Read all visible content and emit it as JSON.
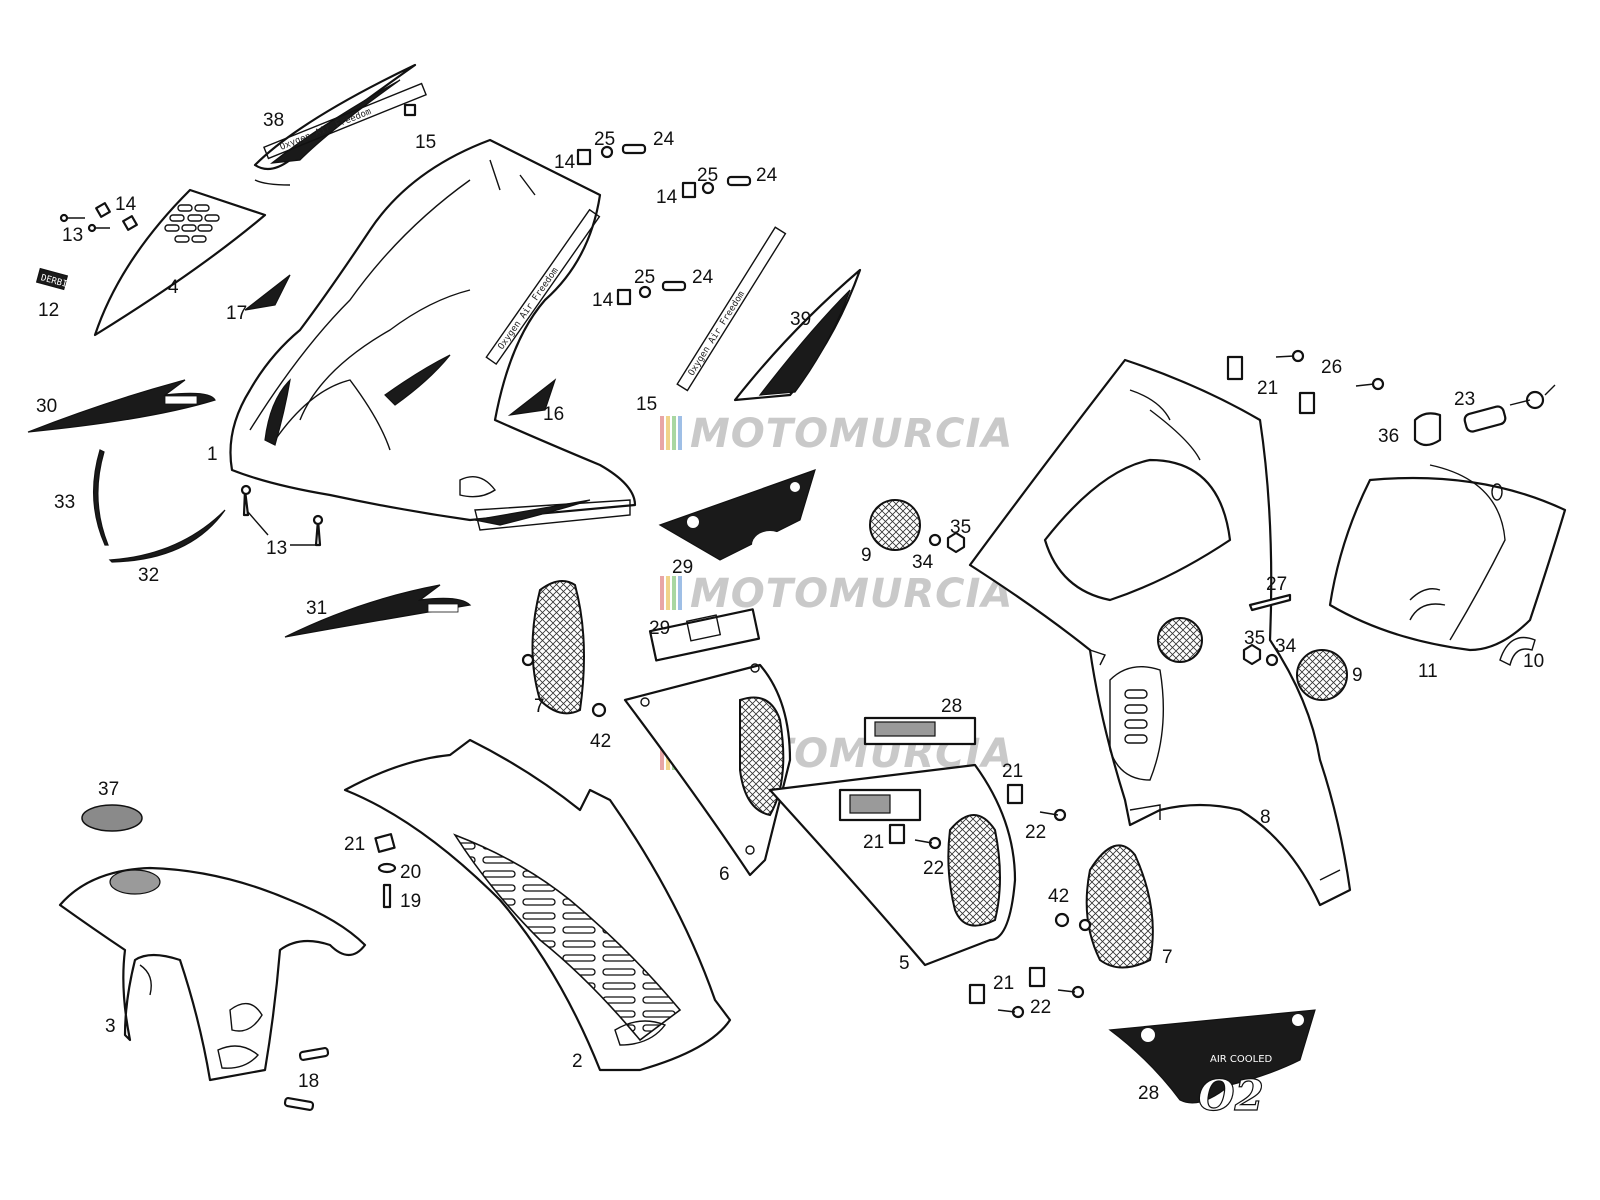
{
  "watermark": "MOTOMURCIA",
  "watermark_colors": [
    "#e8a6a6",
    "#f0d48a",
    "#a9d7a2",
    "#9fbfe6",
    "#c8c8c8"
  ],
  "decal_text": {
    "oxygen_strip": "Oxygen  Air  Freedom",
    "air_cooled": "AIR COOLED",
    "o2": "O2",
    "derbi": "DERBI"
  },
  "callouts": [
    {
      "id": "c38",
      "text": "38"
    },
    {
      "id": "c15a",
      "text": "15"
    },
    {
      "id": "c14a",
      "text": "14"
    },
    {
      "id": "c13a",
      "text": "13"
    },
    {
      "id": "c4",
      "text": "4"
    },
    {
      "id": "c12",
      "text": "12"
    },
    {
      "id": "c17",
      "text": "17"
    },
    {
      "id": "c30",
      "text": "30"
    },
    {
      "id": "c1",
      "text": "1"
    },
    {
      "id": "c33",
      "text": "33"
    },
    {
      "id": "c13b",
      "text": "13"
    },
    {
      "id": "c32",
      "text": "32"
    },
    {
      "id": "c16",
      "text": "16"
    },
    {
      "id": "c31",
      "text": "31"
    },
    {
      "id": "c25a",
      "text": "25"
    },
    {
      "id": "c24a",
      "text": "24"
    },
    {
      "id": "c14b",
      "text": "14"
    },
    {
      "id": "c25b",
      "text": "25"
    },
    {
      "id": "c24b",
      "text": "24"
    },
    {
      "id": "c14c",
      "text": "14"
    },
    {
      "id": "c25c",
      "text": "25"
    },
    {
      "id": "c24c",
      "text": "24"
    },
    {
      "id": "c14d",
      "text": "14"
    },
    {
      "id": "c39",
      "text": "39"
    },
    {
      "id": "c15b",
      "text": "15"
    },
    {
      "id": "c29a",
      "text": "29"
    },
    {
      "id": "c29b",
      "text": "29"
    },
    {
      "id": "c9a",
      "text": "9"
    },
    {
      "id": "c34a",
      "text": "34"
    },
    {
      "id": "c35a",
      "text": "35"
    },
    {
      "id": "c7a",
      "text": "7"
    },
    {
      "id": "c42a",
      "text": "42"
    },
    {
      "id": "c28a",
      "text": "28"
    },
    {
      "id": "c6",
      "text": "6"
    },
    {
      "id": "c21a",
      "text": "21"
    },
    {
      "id": "c22a",
      "text": "22"
    },
    {
      "id": "c21b",
      "text": "21"
    },
    {
      "id": "c22b",
      "text": "22"
    },
    {
      "id": "c37",
      "text": "37"
    },
    {
      "id": "c21c",
      "text": "21"
    },
    {
      "id": "c20",
      "text": "20"
    },
    {
      "id": "c19",
      "text": "19"
    },
    {
      "id": "c3",
      "text": "3"
    },
    {
      "id": "c18",
      "text": "18"
    },
    {
      "id": "c2",
      "text": "2"
    },
    {
      "id": "c5",
      "text": "5"
    },
    {
      "id": "c42b",
      "text": "42"
    },
    {
      "id": "c7b",
      "text": "7"
    },
    {
      "id": "c21d",
      "text": "21"
    },
    {
      "id": "c22c",
      "text": "22"
    },
    {
      "id": "c28b",
      "text": "28"
    },
    {
      "id": "c21e",
      "text": "21"
    },
    {
      "id": "c26",
      "text": "26"
    },
    {
      "id": "c23",
      "text": "23"
    },
    {
      "id": "c36",
      "text": "36"
    },
    {
      "id": "c8",
      "text": "8"
    },
    {
      "id": "c27",
      "text": "27"
    },
    {
      "id": "c35b",
      "text": "35"
    },
    {
      "id": "c34b",
      "text": "34"
    },
    {
      "id": "c9b",
      "text": "9"
    },
    {
      "id": "c11",
      "text": "11"
    },
    {
      "id": "c10",
      "text": "10"
    }
  ]
}
